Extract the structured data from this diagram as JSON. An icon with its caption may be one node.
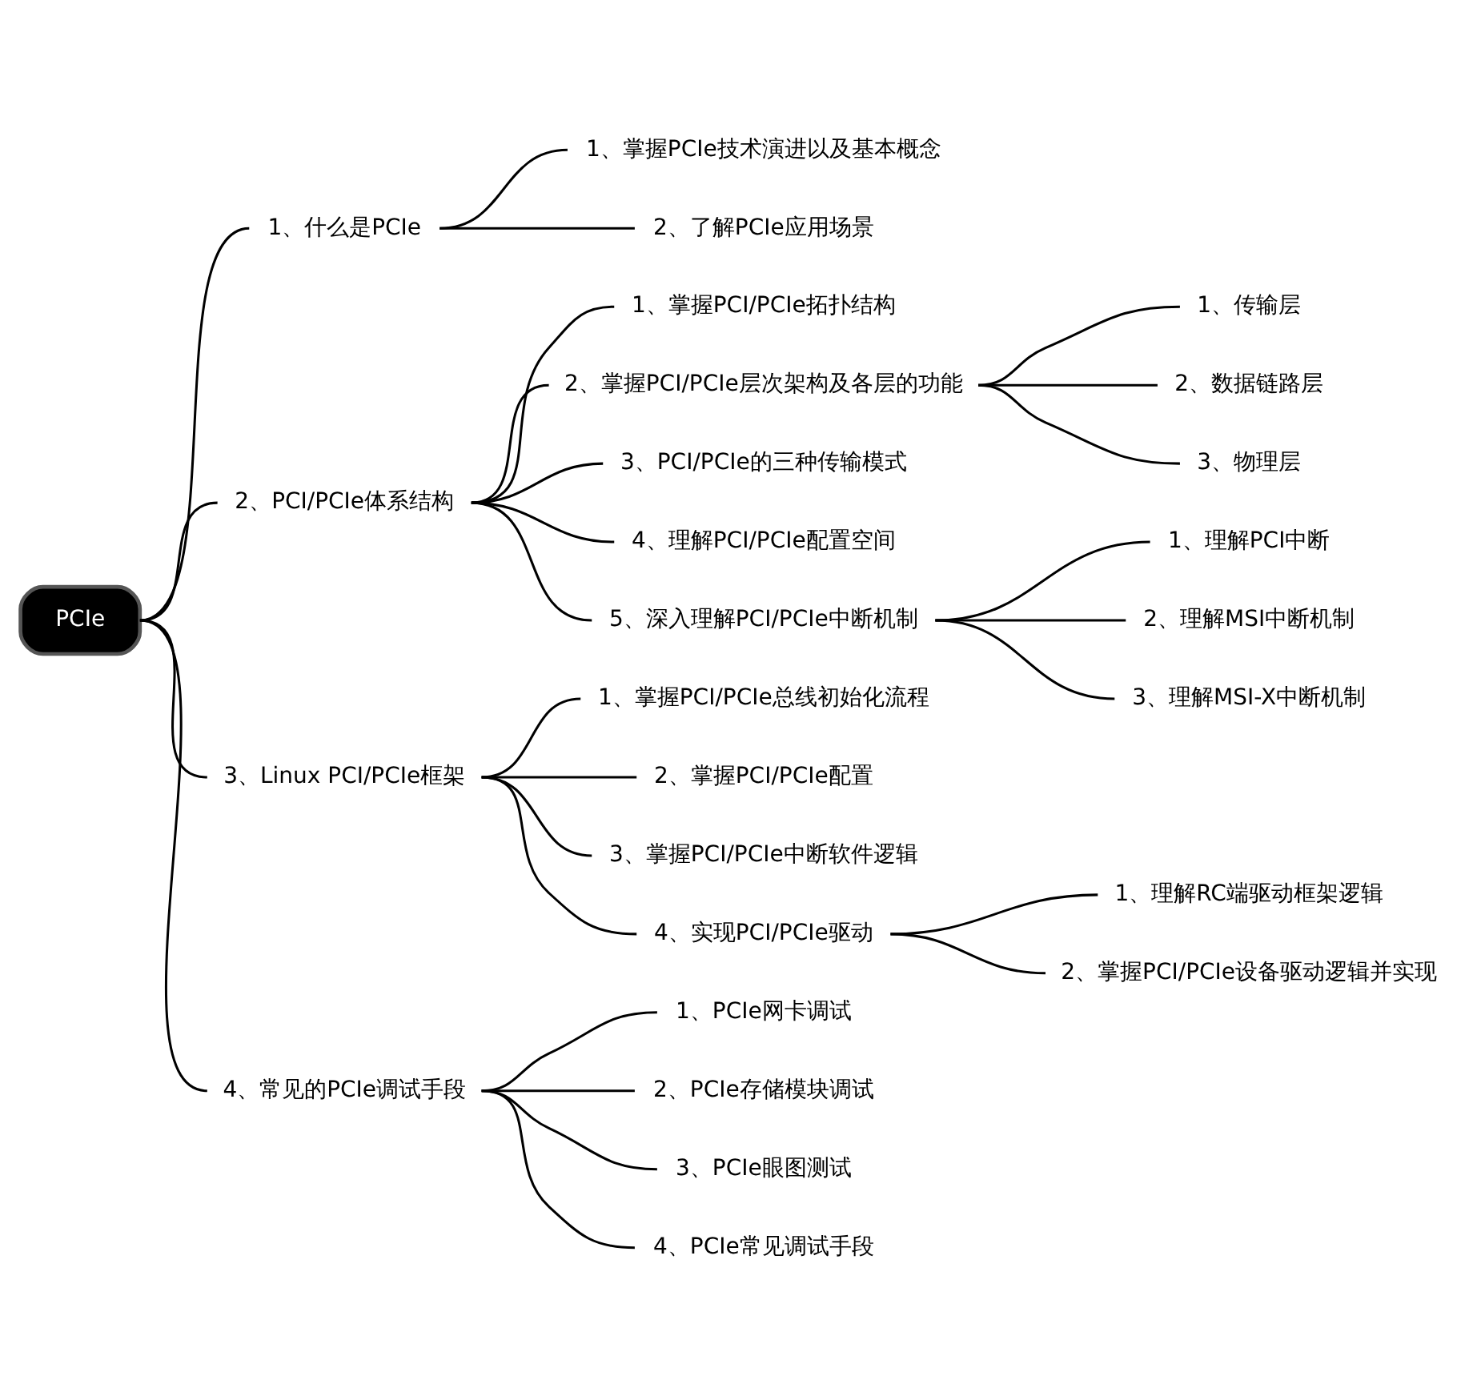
{
  "diagram": {
    "nodes": [
      {
        "text": [
          "PCIe"
        ]
      },
      {
        "text": [
          "1、什么是PCIe"
        ]
      },
      {
        "text": [
          "1、掌握PCIe技术演进以及基本概念"
        ]
      },
      {
        "text": [
          "2、了解PCIe应用场景"
        ]
      },
      {
        "text": [
          "2、PCI/PCIe体系结构"
        ]
      },
      {
        "text": [
          "1、掌握PCI/PCIe拓扑结构"
        ]
      },
      {
        "text": [
          "2、掌握PCI/PCIe层次架构及各层的功能"
        ]
      },
      {
        "text": [
          "1、传输层"
        ]
      },
      {
        "text": [
          "2、数据链路层"
        ]
      },
      {
        "text": [
          "3、物理层"
        ]
      },
      {
        "text": [
          "3、PCI/PCIe的三种传输模式"
        ]
      },
      {
        "text": [
          "4、理解PCI/PCIe配置空间"
        ]
      },
      {
        "text": [
          "5、深入理解PCI/PCIe中断机制"
        ]
      },
      {
        "text": [
          "1、理解PCI中断"
        ]
      },
      {
        "text": [
          "2、理解MSI中断机制"
        ]
      },
      {
        "text": [
          "3、理解MSI-X中断机制"
        ]
      },
      {
        "text": [
          "3、Linux PCI/PCIe框架"
        ]
      },
      {
        "text": [
          "1、掌握PCI/PCIe总线初始化流程"
        ]
      },
      {
        "text": [
          "2、掌握PCI/PCIe配置"
        ]
      },
      {
        "text": [
          "3、掌握PCI/PCIe中断软件逻辑"
        ]
      },
      {
        "text": [
          "4、实现PCI/PCIe驱动"
        ]
      },
      {
        "text": [
          "1、理解RC端驱动框架逻辑"
        ]
      },
      {
        "text": [
          "2、掌握PCI/PCIe设备驱动逻辑并实现"
        ]
      },
      {
        "text": [
          "4、常见的PCIe调试手段"
        ]
      },
      {
        "text": [
          "1、PCIe网卡调试"
        ]
      },
      {
        "text": [
          "2、PCIe存储模块调试"
        ]
      },
      {
        "text": [
          "3、PCIe眼图测试"
        ]
      },
      {
        "text": [
          "4、PCIe常见调试手段"
        ]
      }
    ],
    "edges": [
      {
        "from": 0,
        "to": 1,
        "arrow": "none"
      },
      {
        "from": 1,
        "to": 2,
        "arrow": "none"
      },
      {
        "from": 1,
        "to": 3,
        "arrow": "none"
      },
      {
        "from": 0,
        "to": 4,
        "arrow": "none"
      },
      {
        "from": 4,
        "to": 5,
        "arrow": "none"
      },
      {
        "from": 4,
        "to": 6,
        "arrow": "none"
      },
      {
        "from": 6,
        "to": 7,
        "arrow": "none"
      },
      {
        "from": 6,
        "to": 8,
        "arrow": "none"
      },
      {
        "from": 6,
        "to": 9,
        "arrow": "none"
      },
      {
        "from": 4,
        "to": 10,
        "arrow": "none"
      },
      {
        "from": 4,
        "to": 11,
        "arrow": "none"
      },
      {
        "from": 4,
        "to": 12,
        "arrow": "none"
      },
      {
        "from": 12,
        "to": 13,
        "arrow": "none"
      },
      {
        "from": 12,
        "to": 14,
        "arrow": "none"
      },
      {
        "from": 12,
        "to": 15,
        "arrow": "none"
      },
      {
        "from": 0,
        "to": 16,
        "arrow": "none"
      },
      {
        "from": 16,
        "to": 17,
        "arrow": "none"
      },
      {
        "from": 16,
        "to": 18,
        "arrow": "none"
      },
      {
        "from": 16,
        "to": 19,
        "arrow": "none"
      },
      {
        "from": 16,
        "to": 20,
        "arrow": "none"
      },
      {
        "from": 20,
        "to": 21,
        "arrow": "none"
      },
      {
        "from": 20,
        "to": 22,
        "arrow": "none"
      },
      {
        "from": 0,
        "to": 23,
        "arrow": "none"
      },
      {
        "from": 23,
        "to": 24,
        "arrow": "none"
      },
      {
        "from": 23,
        "to": 25,
        "arrow": "none"
      },
      {
        "from": 23,
        "to": 26,
        "arrow": "none"
      },
      {
        "from": 23,
        "to": 27,
        "arrow": "none"
      }
    ]
  }
}
